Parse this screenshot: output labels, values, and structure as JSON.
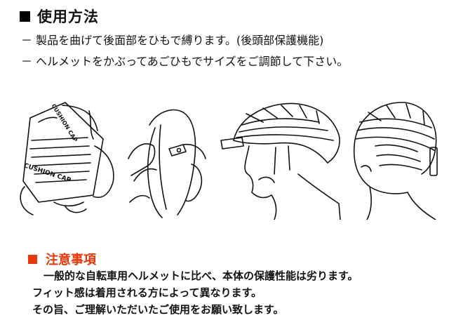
{
  "usage": {
    "heading": "使用方法",
    "steps": [
      "－ 製品を曲げて後面部をひもで縛ります。(後頭部保護機能)",
      "－ ヘルメットをかぶってあごひもでサイズをご調節して下さい。"
    ]
  },
  "illustrations": {
    "cap_label_1": "CUSHION CAP",
    "cap_label_2": "CUSHION CAP"
  },
  "notice": {
    "heading": "注意事項",
    "lines": [
      "一般的な自転車用ヘルメットに比べ、本体の保護性能は劣ります。",
      "フィット感は着用される方によって異なります。",
      "その旨、ご理解いただいたご使用をお願い致します。"
    ]
  },
  "colors": {
    "accent": "#e8380d",
    "text": "#111111"
  },
  "icons": {
    "usage_marker": "black-square-icon",
    "notice_marker": "red-square-icon"
  }
}
